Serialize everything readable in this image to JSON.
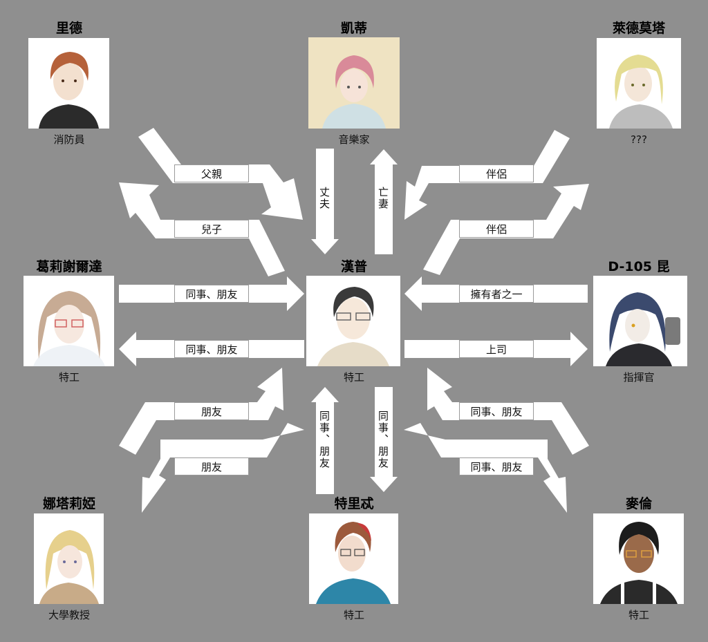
{
  "characters": {
    "reid": {
      "name": "里德",
      "role": "消防員"
    },
    "kati": {
      "name": "凱蒂",
      "role": "音樂家"
    },
    "leiderta": {
      "name": "萊德莫塔",
      "role": "???"
    },
    "gelidas": {
      "name": "葛莉謝爾達",
      "role": "特工"
    },
    "hanpu": {
      "name": "漢普",
      "role": "特工"
    },
    "d105": {
      "name": "D-105 昆",
      "role": "指揮官"
    },
    "natalia": {
      "name": "娜塔莉婭",
      "role": "大學教授"
    },
    "terishi": {
      "name": "特里忒",
      "role": "特工"
    },
    "mailun": {
      "name": "麥倫",
      "role": "特工"
    }
  },
  "relations": {
    "father": "父親",
    "son": "兒子",
    "husband": "丈夫",
    "late_wife": "亡妻",
    "partner_in": "伴侶",
    "partner_out": "伴侶",
    "coworker_friend_in": "同事、朋友",
    "coworker_friend_out": "同事、朋友",
    "owner": "擁有者之一",
    "boss": "上司",
    "friend_in": "朋友",
    "friend_out": "朋友",
    "coworker_friend_terishi_in": "同事、朋友",
    "coworker_friend_terishi_out": "同事、朋友",
    "coworker_friend_mailun_in": "同事、朋友",
    "coworker_friend_mailun_out": "同事、朋友"
  },
  "colors": {
    "background": "#8f8f8f",
    "arrow": "#ffffff",
    "text": "#111111"
  }
}
